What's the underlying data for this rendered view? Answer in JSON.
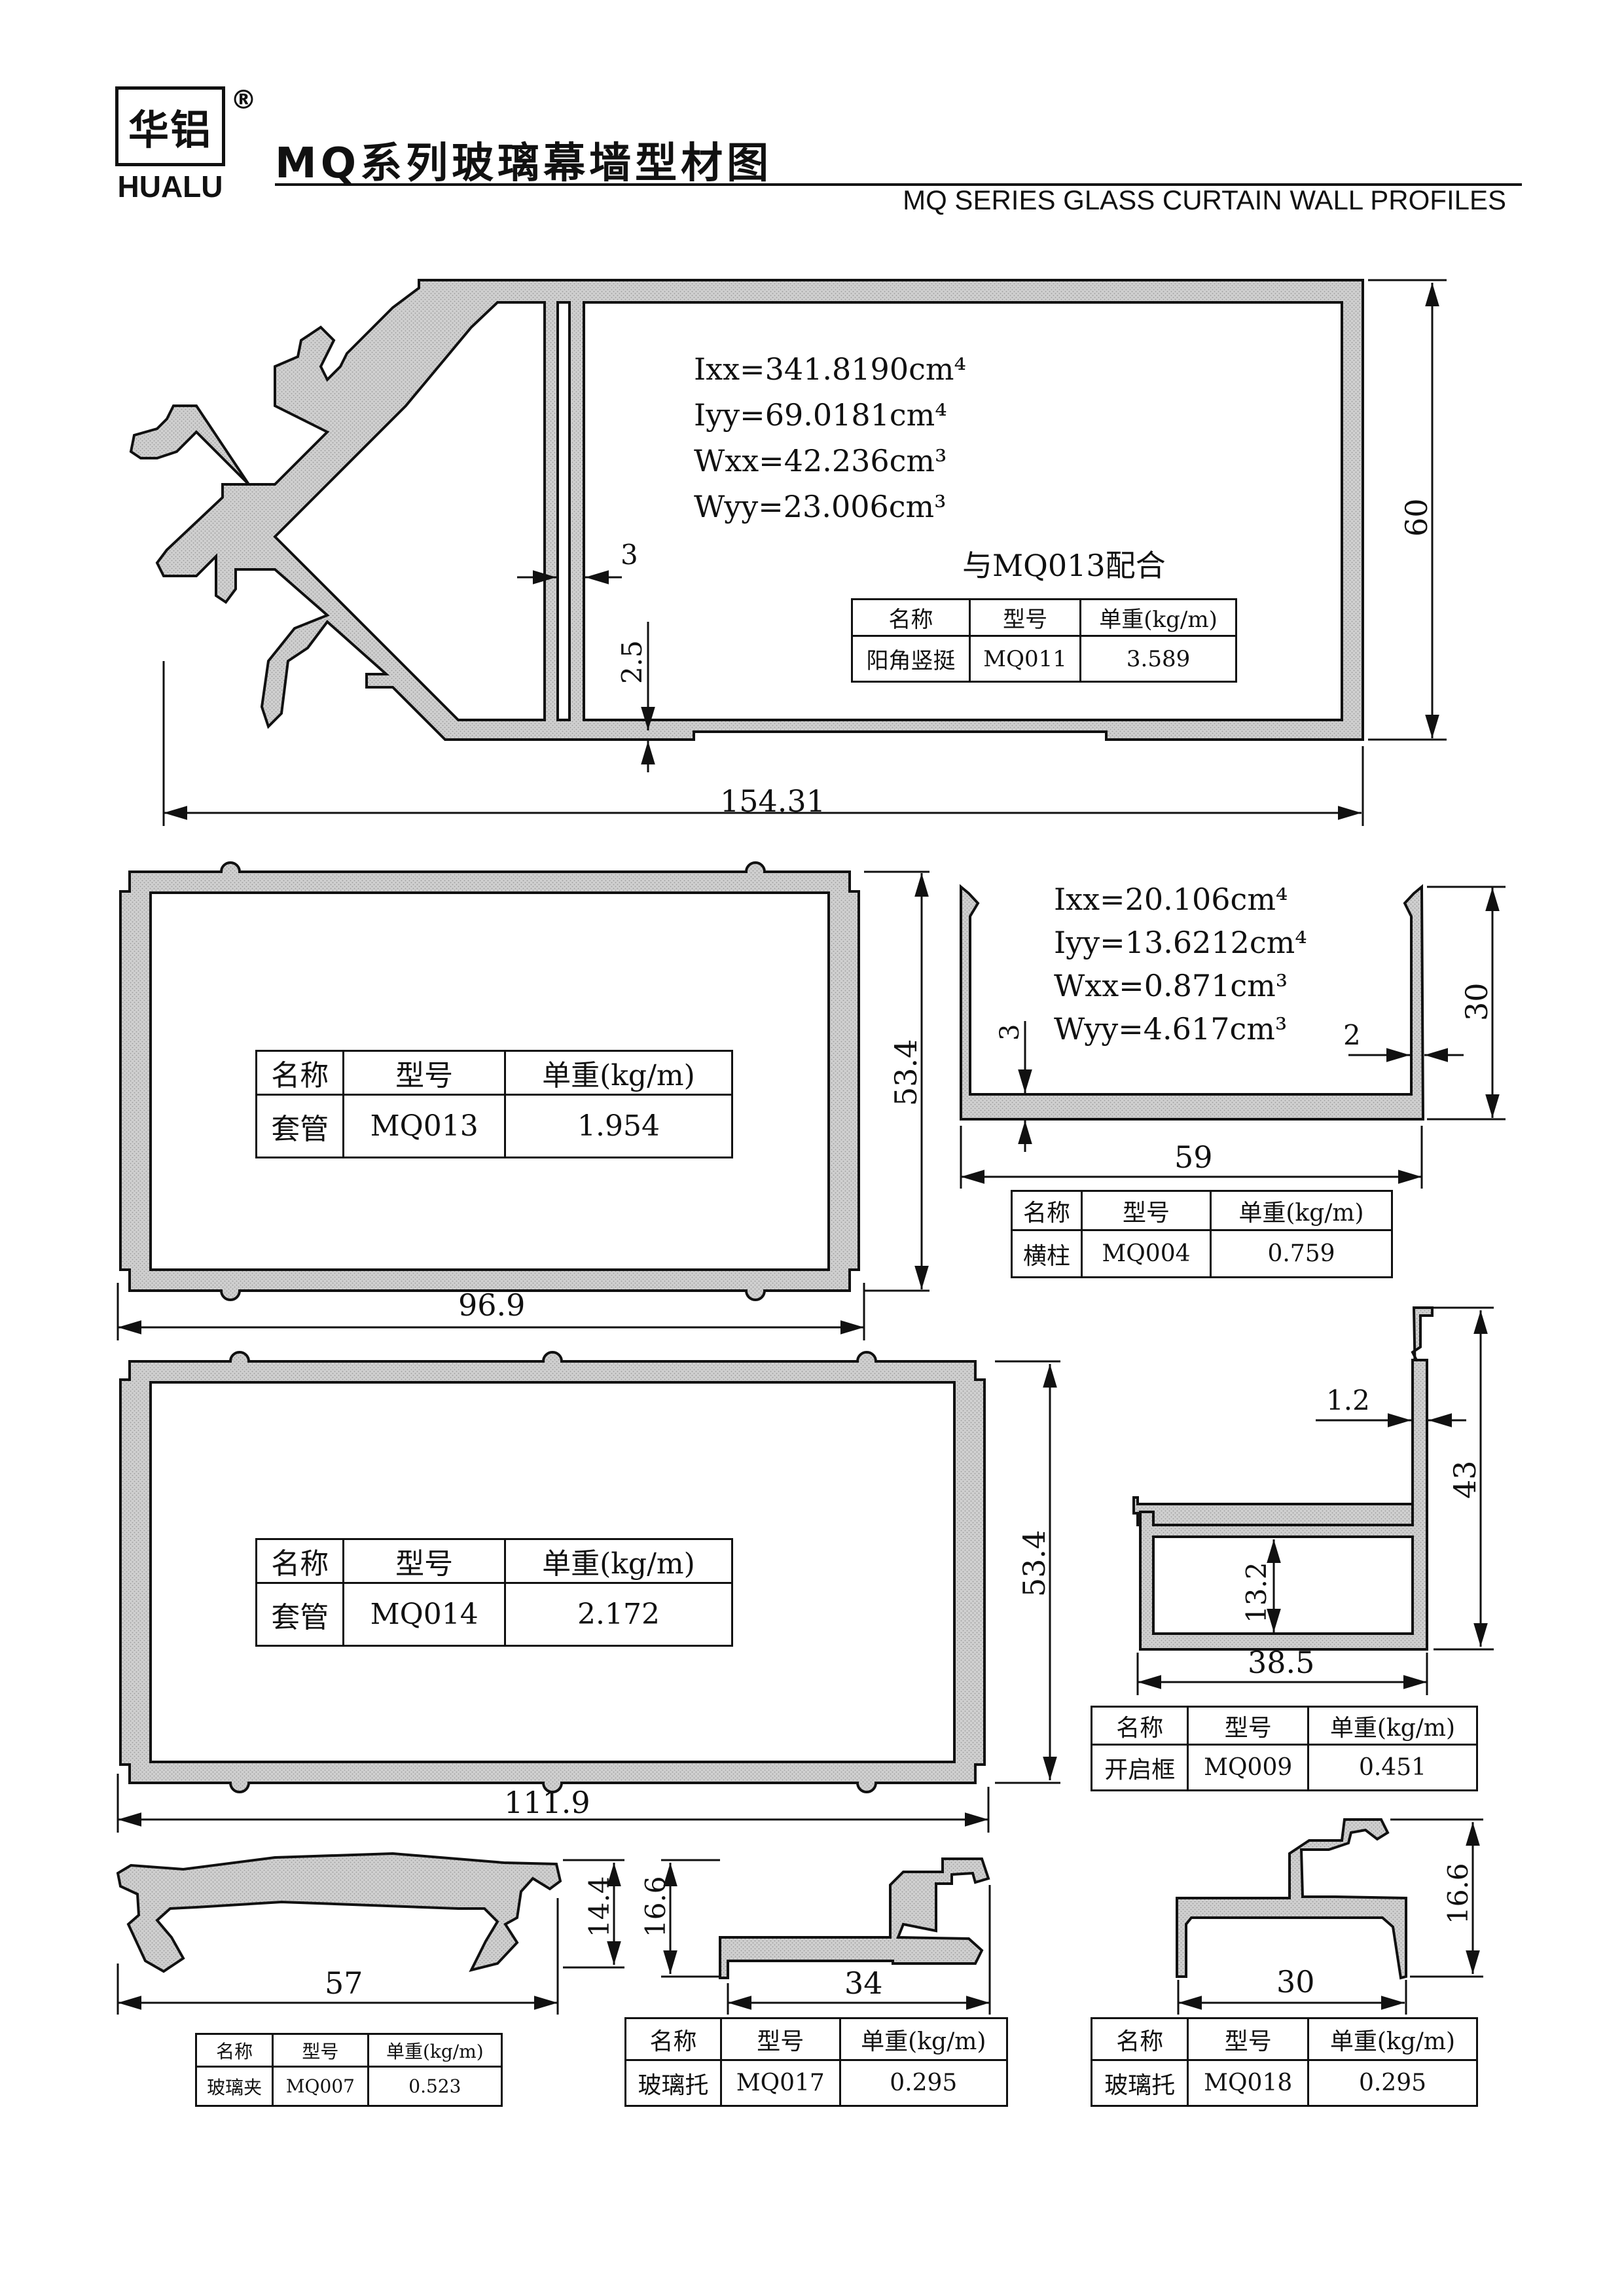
{
  "header": {
    "logo_cn": "华铝",
    "logo_en": "HUALU",
    "registered_mark": "®",
    "title_cn": "MQ系列玻璃幕墙型材图",
    "title_en": "MQ SERIES  GLASS CURTAIN WALL PROFILES"
  },
  "table_headers": {
    "name": "名称",
    "model": "型号",
    "weight": "单重(kg/m)"
  },
  "profiles": [
    {
      "name": "阳角竖挺",
      "model": "MQ011",
      "weight": "3.589",
      "note": "与MQ013配合",
      "properties": [
        "Ixx=341.8190cm⁴",
        "Iyy=69.0181cm⁴",
        "Wxx=42.236cm³",
        "Wyy=23.006cm³"
      ],
      "dims": {
        "width": "154.31",
        "height": "60",
        "wall": "3",
        "flange": "2.5"
      }
    },
    {
      "name": "套管",
      "model": "MQ013",
      "weight": "1.954",
      "dims": {
        "width": "96.9",
        "height": "53.4"
      }
    },
    {
      "name": "横柱",
      "model": "MQ004",
      "weight": "0.759",
      "properties": [
        "Ixx=20.106cm⁴",
        "Iyy=13.6212cm⁴",
        "Wxx=0.871cm³",
        "Wyy=4.617cm³"
      ],
      "dims": {
        "width": "59",
        "height": "30",
        "left_wall": "3",
        "right_wall": "2"
      }
    },
    {
      "name": "套管",
      "model": "MQ014",
      "weight": "2.172",
      "dims": {
        "width": "111.9",
        "height": "53.4"
      }
    },
    {
      "name": "开启框",
      "model": "MQ009",
      "weight": "0.451",
      "dims": {
        "width": "38.5",
        "height": "43",
        "wall": "1.2",
        "inner": "13.2"
      }
    },
    {
      "name": "玻璃夹",
      "model": "MQ007",
      "weight": "0.523",
      "dims": {
        "width": "57",
        "height": "14.4"
      }
    },
    {
      "name": "玻璃托",
      "model": "MQ017",
      "weight": "0.295",
      "dims": {
        "width": "34",
        "height": "16.6"
      }
    },
    {
      "name": "玻璃托",
      "model": "MQ018",
      "weight": "0.295",
      "dims": {
        "width": "30",
        "height": "16.6"
      }
    }
  ],
  "colors": {
    "ink": "#111111",
    "profile_fill": "#c8c8c8"
  }
}
